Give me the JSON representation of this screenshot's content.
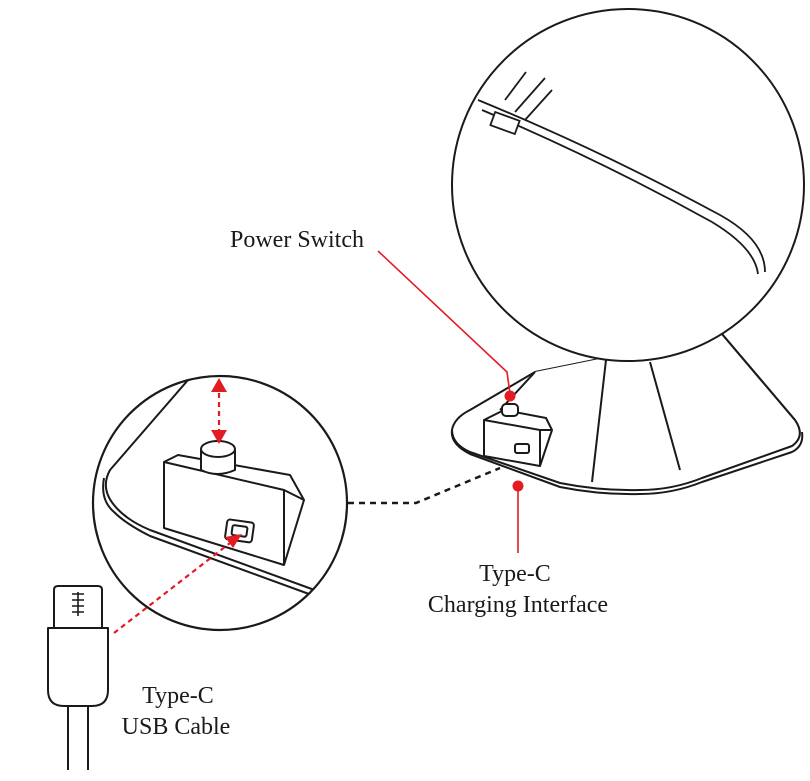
{
  "labels": {
    "power_switch": "Power Switch",
    "charging_line1": "Type-C",
    "charging_line2": "Charging Interface",
    "cable_line1": "Type-C",
    "cable_line2": "USB Cable"
  },
  "colors": {
    "accent_red": "#e31b23",
    "outline": "#1a1a1a",
    "background": "#ffffff"
  },
  "icons": [
    "sphere-lamp",
    "lamp-base",
    "power-switch-knob",
    "usb-c-port",
    "usb-c-cable-plug",
    "magnifier-circle"
  ]
}
